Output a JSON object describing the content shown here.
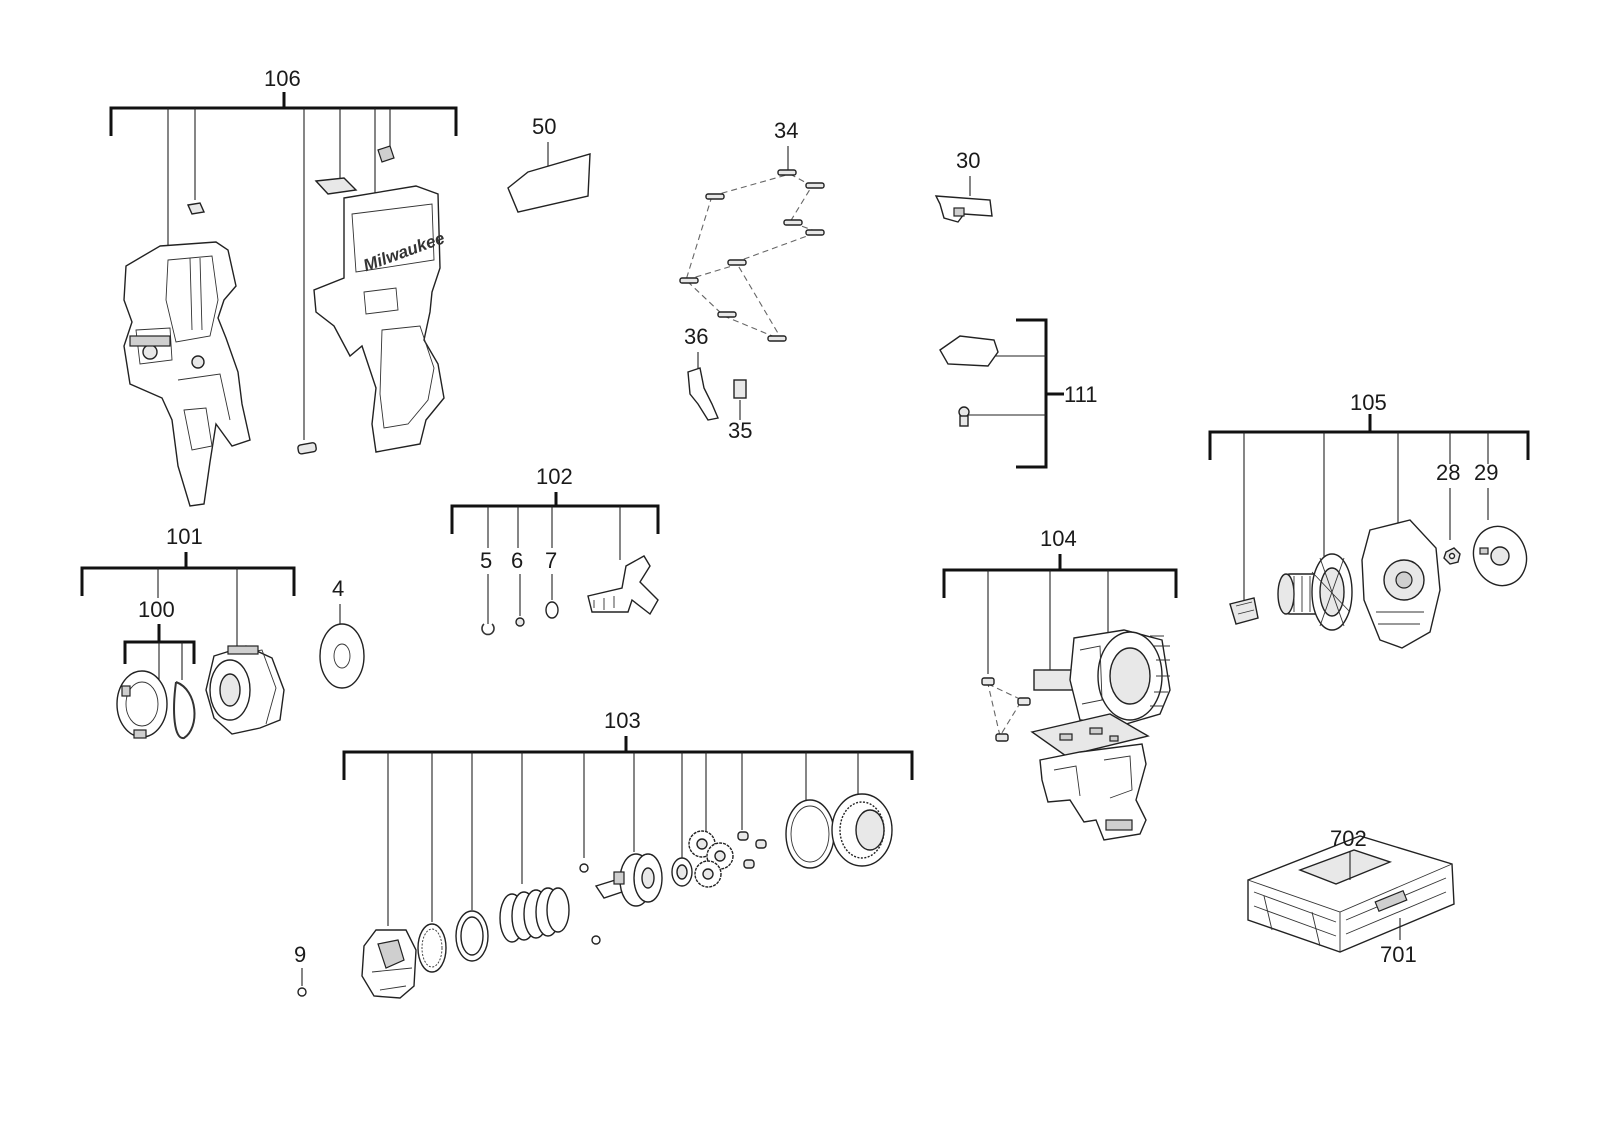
{
  "callouts": {
    "c106": "106",
    "c50": "50",
    "c34": "34",
    "c30": "30",
    "c36": "36",
    "c35": "35",
    "c111": "111",
    "c102": "102",
    "c5": "5",
    "c6": "6",
    "c7": "7",
    "c101": "101",
    "c100": "100",
    "c4": "4",
    "c105": "105",
    "c28": "28",
    "c29": "29",
    "c104": "104",
    "c103": "103",
    "c9": "9",
    "c702": "702",
    "c701": "701"
  },
  "artwork": {
    "housing_logo": "Milwaukee"
  }
}
